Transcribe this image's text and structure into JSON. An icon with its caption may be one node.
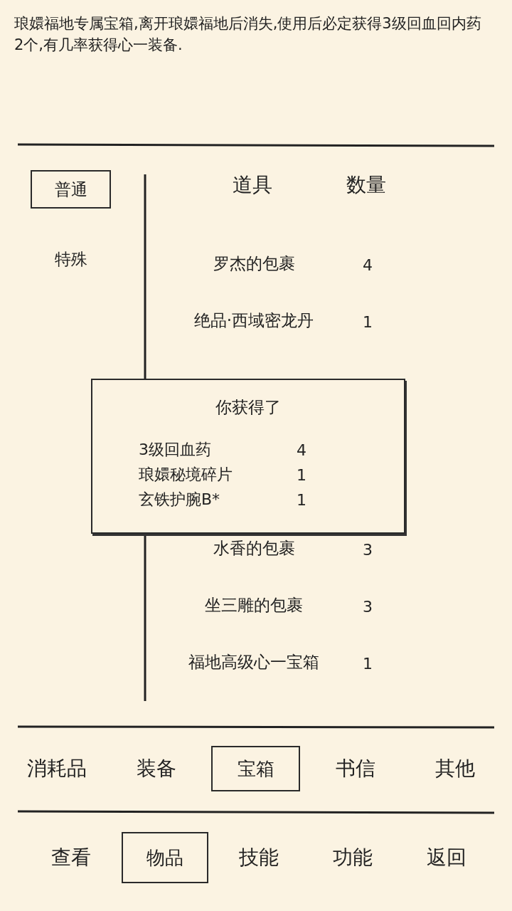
{
  "diagram": {
    "nodes": [
      {
        "text": [
          "普通"
        ]
      },
      {
        "text": [
          "你获得了",
          "3级回血药",
          "4",
          "琅嬛秘境碎片",
          "1",
          "玄铁护腕B*",
          "1"
        ]
      },
      {
        "text": [
          "宝箱"
        ]
      },
      {
        "text": [
          "物品"
        ]
      }
    ],
    "labels": [
      "琅嬛福地专属宝箱,离开琅嬛福地后消失,使用后必定获得3级回血回内药2个,有几率获得心一装备.",
      "道具",
      "数量",
      "特殊",
      "罗杰的包裹",
      "4",
      "绝品·西域密龙丹",
      "1",
      "水香的包裹",
      "3",
      "坐三雕的包裹",
      "3",
      "福地高级心一宝箱",
      "1",
      "消耗品",
      "装备",
      "书信",
      "其他",
      "查看",
      "技能",
      "功能",
      "返回"
    ]
  }
}
